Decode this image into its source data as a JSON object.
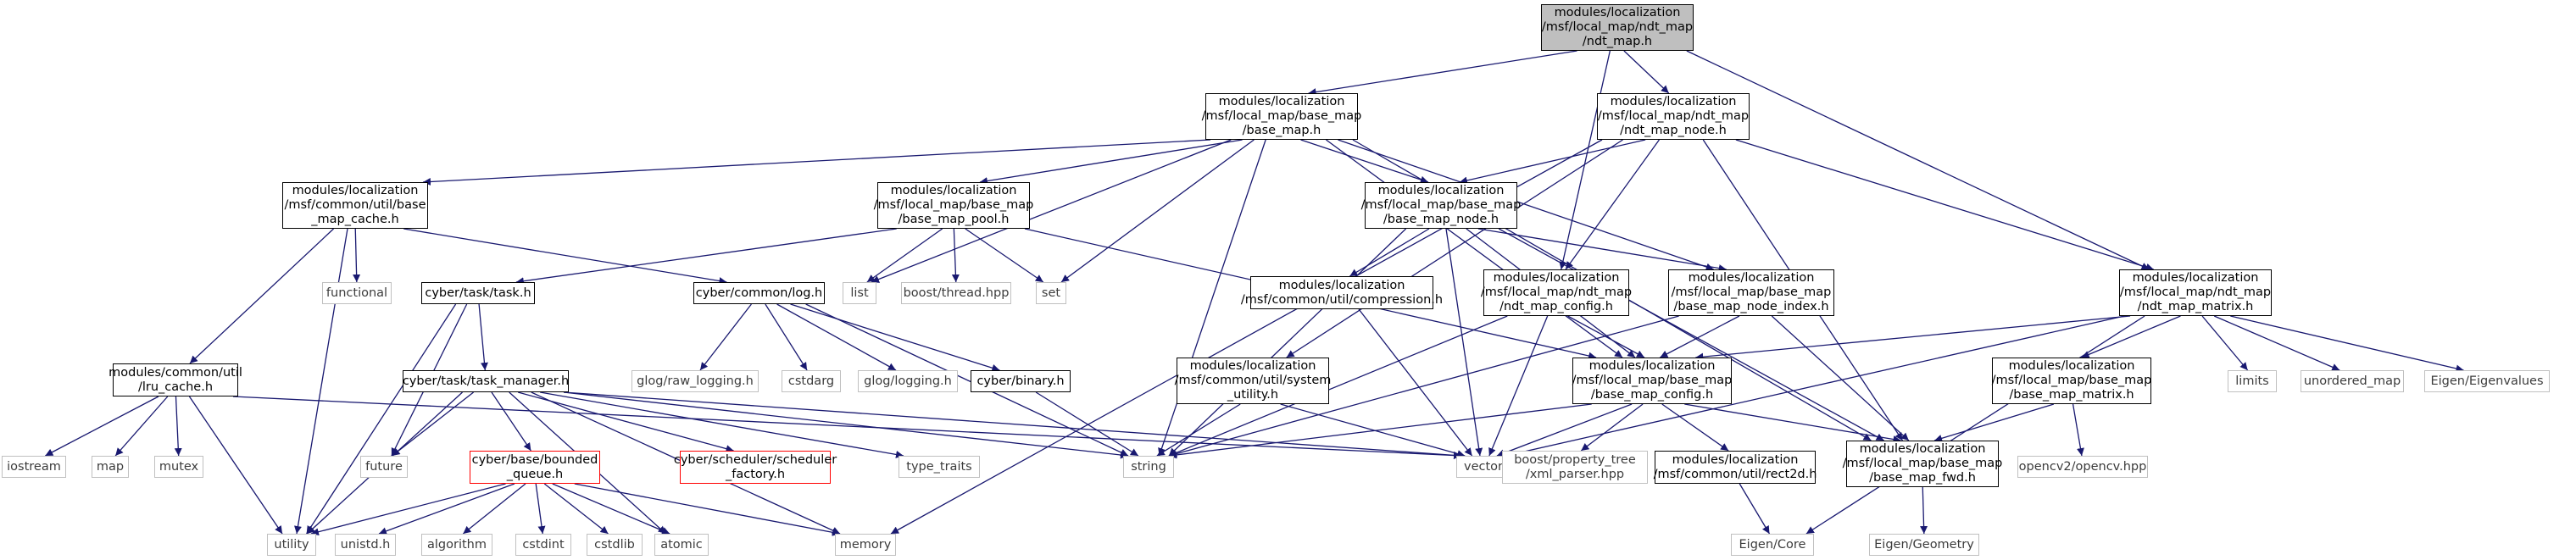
{
  "nodes": {
    "ndt_map": "modules/localization\n/msf/local_map/ndt_map\n/ndt_map.h",
    "base_map": "modules/localization\n/msf/local_map/base_map\n/base_map.h",
    "ndt_map_node": "modules/localization\n/msf/local_map/ndt_map\n/ndt_map_node.h",
    "base_map_cache": "modules/localization\n/msf/common/util/base\n_map_cache.h",
    "base_map_pool": "modules/localization\n/msf/local_map/base_map\n/base_map_pool.h",
    "base_map_node": "modules/localization\n/msf/local_map/base_map\n/base_map_node.h",
    "ndt_map_matrix": "modules/localization\n/msf/local_map/ndt_map\n/ndt_map_matrix.h",
    "ndt_map_config": "modules/localization\n/msf/local_map/ndt_map\n/ndt_map_config.h",
    "base_map_node_index": "modules/localization\n/msf/local_map/base_map\n/base_map_node_index.h",
    "compression": "modules/localization\n/msf/common/util/compression.h",
    "functional": "functional",
    "list": "list",
    "boost_thread": "boost/thread.hpp",
    "set": "set",
    "task": "cyber/task/task.h",
    "log": "cyber/common/log.h",
    "task_manager": "cyber/task/task_manager.h",
    "binary": "cyber/binary.h",
    "lru_cache": "modules/common/util\n/lru_cache.h",
    "system_utility": "modules/localization\n/msf/common/util/system\n_utility.h",
    "base_map_config": "modules/localization\n/msf/local_map/base_map\n/base_map_config.h",
    "base_map_matrix": "modules/localization\n/msf/local_map/base_map\n/base_map_matrix.h",
    "limits": "limits",
    "unordered_map": "unordered_map",
    "eigenvalues": "Eigen/Eigenvalues",
    "raw_logging": "glog/raw_logging.h",
    "cstdarg": "cstdarg",
    "glog_logging": "glog/logging.h",
    "bounded_queue": "cyber/base/bounded\n_queue.h",
    "scheduler_factory": "cyber/scheduler/scheduler\n_factory.h",
    "type_traits": "type_traits",
    "string": "string",
    "vector": "vector",
    "xml_parser": "boost/property_tree\n/xml_parser.hpp",
    "rect2d": "modules/localization\n/msf/common/util/rect2d.h",
    "base_map_fwd": "modules/localization\n/msf/local_map/base_map\n/base_map_fwd.h",
    "opencv": "opencv2/opencv.hpp",
    "iostream": "iostream",
    "map": "map",
    "mutex": "mutex",
    "future": "future",
    "utility": "utility",
    "unistd": "unistd.h",
    "algorithm": "algorithm",
    "cstdint": "cstdint",
    "cstdlib": "cstdlib",
    "atomic": "atomic",
    "memory": "memory",
    "eigen_core": "Eigen/Core",
    "eigen_geometry": "Eigen/Geometry"
  },
  "edges": [
    [
      "ndt_map",
      "base_map"
    ],
    [
      "ndt_map",
      "ndt_map_node"
    ],
    [
      "ndt_map",
      "ndt_map_matrix"
    ],
    [
      "ndt_map",
      "ndt_map_config"
    ],
    [
      "base_map",
      "base_map_cache"
    ],
    [
      "base_map",
      "base_map_pool"
    ],
    [
      "base_map",
      "base_map_node"
    ],
    [
      "base_map",
      "base_map_node_index"
    ],
    [
      "base_map",
      "base_map_config"
    ],
    [
      "base_map",
      "base_map_fwd"
    ],
    [
      "base_map",
      "list"
    ],
    [
      "base_map",
      "set"
    ],
    [
      "base_map",
      "string"
    ],
    [
      "ndt_map_node",
      "base_map_node"
    ],
    [
      "ndt_map_node",
      "ndt_map_config"
    ],
    [
      "ndt_map_node",
      "ndt_map_matrix"
    ],
    [
      "ndt_map_node",
      "system_utility"
    ],
    [
      "ndt_map_node",
      "base_map_fwd"
    ],
    [
      "ndt_map_node",
      "memory"
    ],
    [
      "base_map_cache",
      "lru_cache"
    ],
    [
      "base_map_cache",
      "log"
    ],
    [
      "base_map_cache",
      "functional"
    ],
    [
      "base_map_cache",
      "utility"
    ],
    [
      "base_map_pool",
      "task"
    ],
    [
      "base_map_pool",
      "list"
    ],
    [
      "base_map_pool",
      "boost_thread"
    ],
    [
      "base_map_pool",
      "set"
    ],
    [
      "base_map_pool",
      "base_map_config"
    ],
    [
      "base_map_node",
      "compression"
    ],
    [
      "base_map_node",
      "base_map_node_index"
    ],
    [
      "base_map_node",
      "base_map_config"
    ],
    [
      "base_map_node",
      "base_map_fwd"
    ],
    [
      "base_map_node",
      "string"
    ],
    [
      "base_map_node",
      "vector"
    ],
    [
      "ndt_map_matrix",
      "base_map_matrix"
    ],
    [
      "ndt_map_matrix",
      "base_map_config"
    ],
    [
      "ndt_map_matrix",
      "limits"
    ],
    [
      "ndt_map_matrix",
      "unordered_map"
    ],
    [
      "ndt_map_matrix",
      "eigenvalues"
    ],
    [
      "ndt_map_matrix",
      "vector"
    ],
    [
      "ndt_map_matrix",
      "eigen_core"
    ],
    [
      "ndt_map_config",
      "base_map_config"
    ],
    [
      "ndt_map_config",
      "string"
    ],
    [
      "ndt_map_config",
      "vector"
    ],
    [
      "base_map_node_index",
      "base_map_config"
    ],
    [
      "base_map_node_index",
      "base_map_fwd"
    ],
    [
      "base_map_node_index",
      "string"
    ],
    [
      "compression",
      "vector"
    ],
    [
      "task",
      "task_manager"
    ],
    [
      "task",
      "future"
    ],
    [
      "task",
      "utility"
    ],
    [
      "log",
      "raw_logging"
    ],
    [
      "log",
      "cstdarg"
    ],
    [
      "log",
      "glog_logging"
    ],
    [
      "log",
      "binary"
    ],
    [
      "log",
      "string"
    ],
    [
      "task_manager",
      "bounded_queue"
    ],
    [
      "task_manager",
      "scheduler_factory"
    ],
    [
      "task_manager",
      "future"
    ],
    [
      "task_manager",
      "utility"
    ],
    [
      "task_manager",
      "type_traits"
    ],
    [
      "task_manager",
      "string"
    ],
    [
      "task_manager",
      "vector"
    ],
    [
      "task_manager",
      "memory"
    ],
    [
      "task_manager",
      "atomic"
    ],
    [
      "binary",
      "string"
    ],
    [
      "lru_cache",
      "iostream"
    ],
    [
      "lru_cache",
      "map"
    ],
    [
      "lru_cache",
      "mutex"
    ],
    [
      "lru_cache",
      "utility"
    ],
    [
      "lru_cache",
      "vector"
    ],
    [
      "system_utility",
      "string"
    ],
    [
      "system_utility",
      "vector"
    ],
    [
      "base_map_config",
      "xml_parser"
    ],
    [
      "base_map_config",
      "rect2d"
    ],
    [
      "base_map_config",
      "base_map_fwd"
    ],
    [
      "base_map_config",
      "string"
    ],
    [
      "base_map_config",
      "vector"
    ],
    [
      "base_map_matrix",
      "opencv"
    ],
    [
      "base_map_matrix",
      "base_map_fwd"
    ],
    [
      "rect2d",
      "eigen_core"
    ],
    [
      "base_map_fwd",
      "eigen_geometry"
    ],
    [
      "bounded_queue",
      "utility"
    ],
    [
      "bounded_queue",
      "unistd"
    ],
    [
      "bounded_queue",
      "algorithm"
    ],
    [
      "bounded_queue",
      "cstdint"
    ],
    [
      "bounded_queue",
      "cstdlib"
    ],
    [
      "bounded_queue",
      "atomic"
    ],
    [
      "bounded_queue",
      "memory"
    ]
  ],
  "colors": {
    "edge": "#191970",
    "border": "#000000",
    "system_border": "#c0c0c0",
    "highlight_border": "#ff0000",
    "root_fill": "#bfbfbf"
  }
}
